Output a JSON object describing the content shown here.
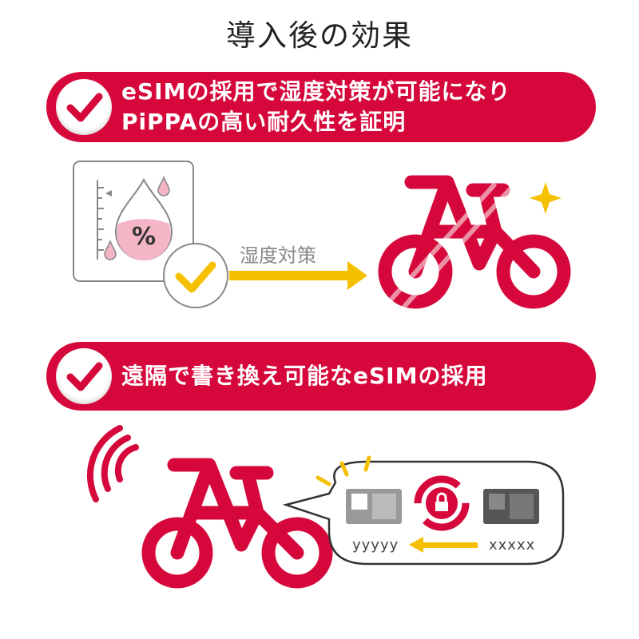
{
  "title": "導入後の効果",
  "banner1": {
    "line1": "eSIMの採用で湿度対策が可能になり",
    "line2": "PiPPAの高い耐久性を証明"
  },
  "humidity": {
    "percent_symbol": "%",
    "arrow_label": "湿度対策"
  },
  "banner2": {
    "text": "遠隔で書き換え可能なeSIMの採用"
  },
  "esim": {
    "new_label": "yyyyy",
    "old_label": "xxxxx"
  },
  "colors": {
    "red": "#d6083b",
    "yellow": "#f5c000",
    "gray": "#888888"
  }
}
